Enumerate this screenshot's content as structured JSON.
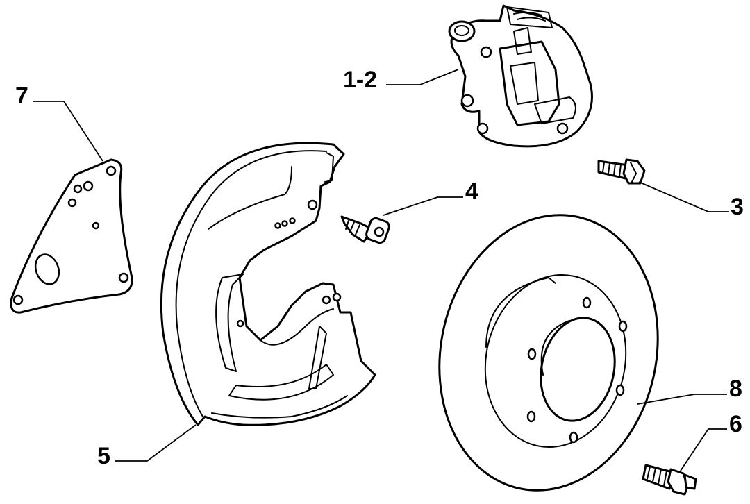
{
  "callouts": [
    {
      "id": "c1",
      "label": "1-2"
    },
    {
      "id": "c2",
      "label": "3"
    },
    {
      "id": "c3",
      "label": "4"
    },
    {
      "id": "c4",
      "label": "5"
    },
    {
      "id": "c5",
      "label": "6"
    },
    {
      "id": "c6",
      "label": "7"
    },
    {
      "id": "c7",
      "label": "8"
    }
  ],
  "colors": {
    "ink": "#000000",
    "paper": "#ffffff"
  }
}
